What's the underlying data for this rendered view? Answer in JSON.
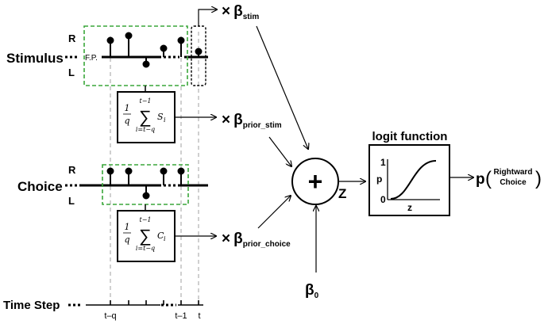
{
  "rows": {
    "stimulus": "Stimulus",
    "choice": "Choice",
    "time_step": "Time Step",
    "r": "R",
    "l": "L",
    "fp": "F.P."
  },
  "formulas": {
    "fraction_num": "1",
    "fraction_den": "q",
    "sum_top": "t−1",
    "sum_bottom": "i=t−q",
    "stim_term": "S",
    "choice_term": "C",
    "subscript": "i"
  },
  "betas": {
    "times": "×",
    "beta": "β",
    "stim_sub": "stim",
    "prior_stim_sub": "prior_stim",
    "prior_choice_sub": "prior_choice",
    "zero_sub": "0"
  },
  "sum_node": {
    "symbol": "+"
  },
  "z_label": "Z",
  "logit": {
    "title": "logit function",
    "y_axis": "p",
    "y_max": "1",
    "y_min": "0",
    "x_axis": "z"
  },
  "output": {
    "p": "p",
    "top": "Rightward",
    "bottom": "Choice"
  },
  "time_ticks": {
    "t_minus_q": "t–q",
    "t_minus_1": "t–1",
    "t": "t"
  },
  "colors": {
    "green_box": "#3aa63a",
    "dashed_gray": "#a0a0a0",
    "black": "#000000"
  }
}
